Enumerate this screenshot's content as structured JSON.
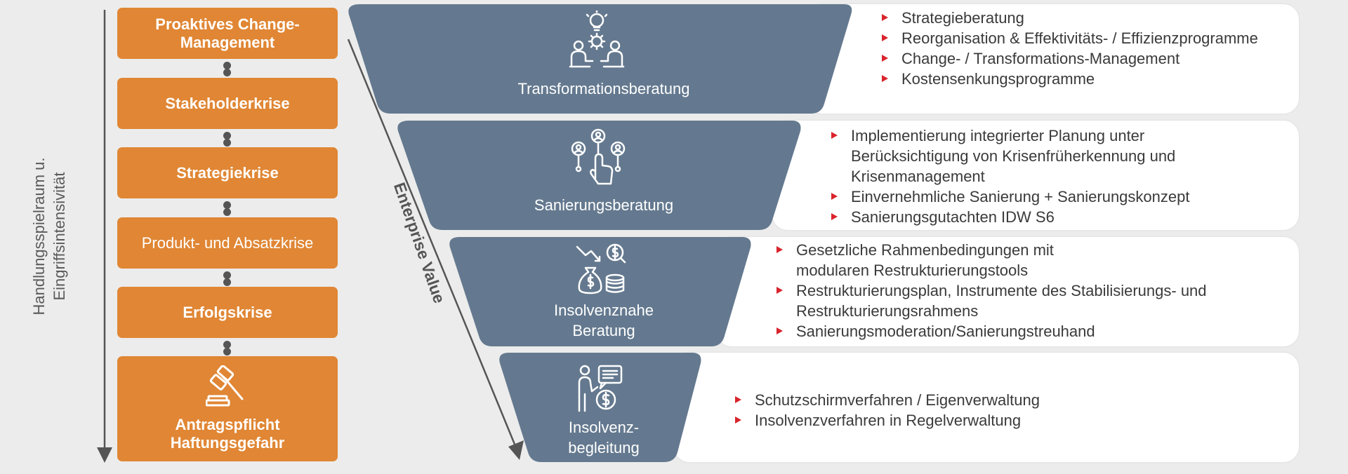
{
  "axis": {
    "label_line1": "Handlungsspielraum u.",
    "label_line2": "Eingriffsintensivität"
  },
  "crises": [
    {
      "label": "Proaktives Change-Management"
    },
    {
      "label": "Stakeholderkrise"
    },
    {
      "label": "Strategiekrise"
    },
    {
      "label": "Produkt- und Absatzkrise"
    },
    {
      "label": "Erfolgskrise"
    },
    {
      "label_line1": "Antragspflicht",
      "label_line2": "Haftungsgefahr",
      "icon": "gavel-icon"
    }
  ],
  "enterprise_value_label": "Enterprise Value",
  "services": [
    {
      "title": "Transformationsberatung",
      "icon": "team-idea-icon",
      "bullets": [
        "Strategieberatung",
        "Reorganisation & Effektivitäts- / Effizienzprogramme",
        "Change- / Transformations-Management",
        "Kostensenkungsprogramme"
      ]
    },
    {
      "title": "Sanierungsberatung",
      "icon": "network-touch-icon",
      "bullets": [
        "Implementierung integrierter Planung unter Berücksichtigung von Krisenfrüherkennung und Krisenmanagement",
        "Einvernehmliche Sanierung + Sanierungskonzept",
        "Sanierungsgutachten IDW S6"
      ]
    },
    {
      "title_line1": "Insolvenznahe",
      "title_line2": "Beratung",
      "icon": "money-decline-icon",
      "bullets": [
        "Gesetzliche Rahmenbedingungen mit modularen Restrukturierungstools",
        "Restrukturierungsplan, Instrumente des Stabilisierungs- und Restrukturierungsrahmens",
        "Sanierungsmoderation/Sanierungstreuhand"
      ]
    },
    {
      "title_line1": "Insolvenz-",
      "title_line2": "begleitung",
      "icon": "advisor-money-icon",
      "bullets": [
        "Schutzschirmverfahren / Eigenverwaltung",
        "Insolvenzverfahren in Regelverwaltung"
      ]
    }
  ],
  "colors": {
    "crisis_orange": "#e08634",
    "trapezoid_slate": "#64798f",
    "bullet_red": "#d9242c",
    "background": "#ececec"
  }
}
